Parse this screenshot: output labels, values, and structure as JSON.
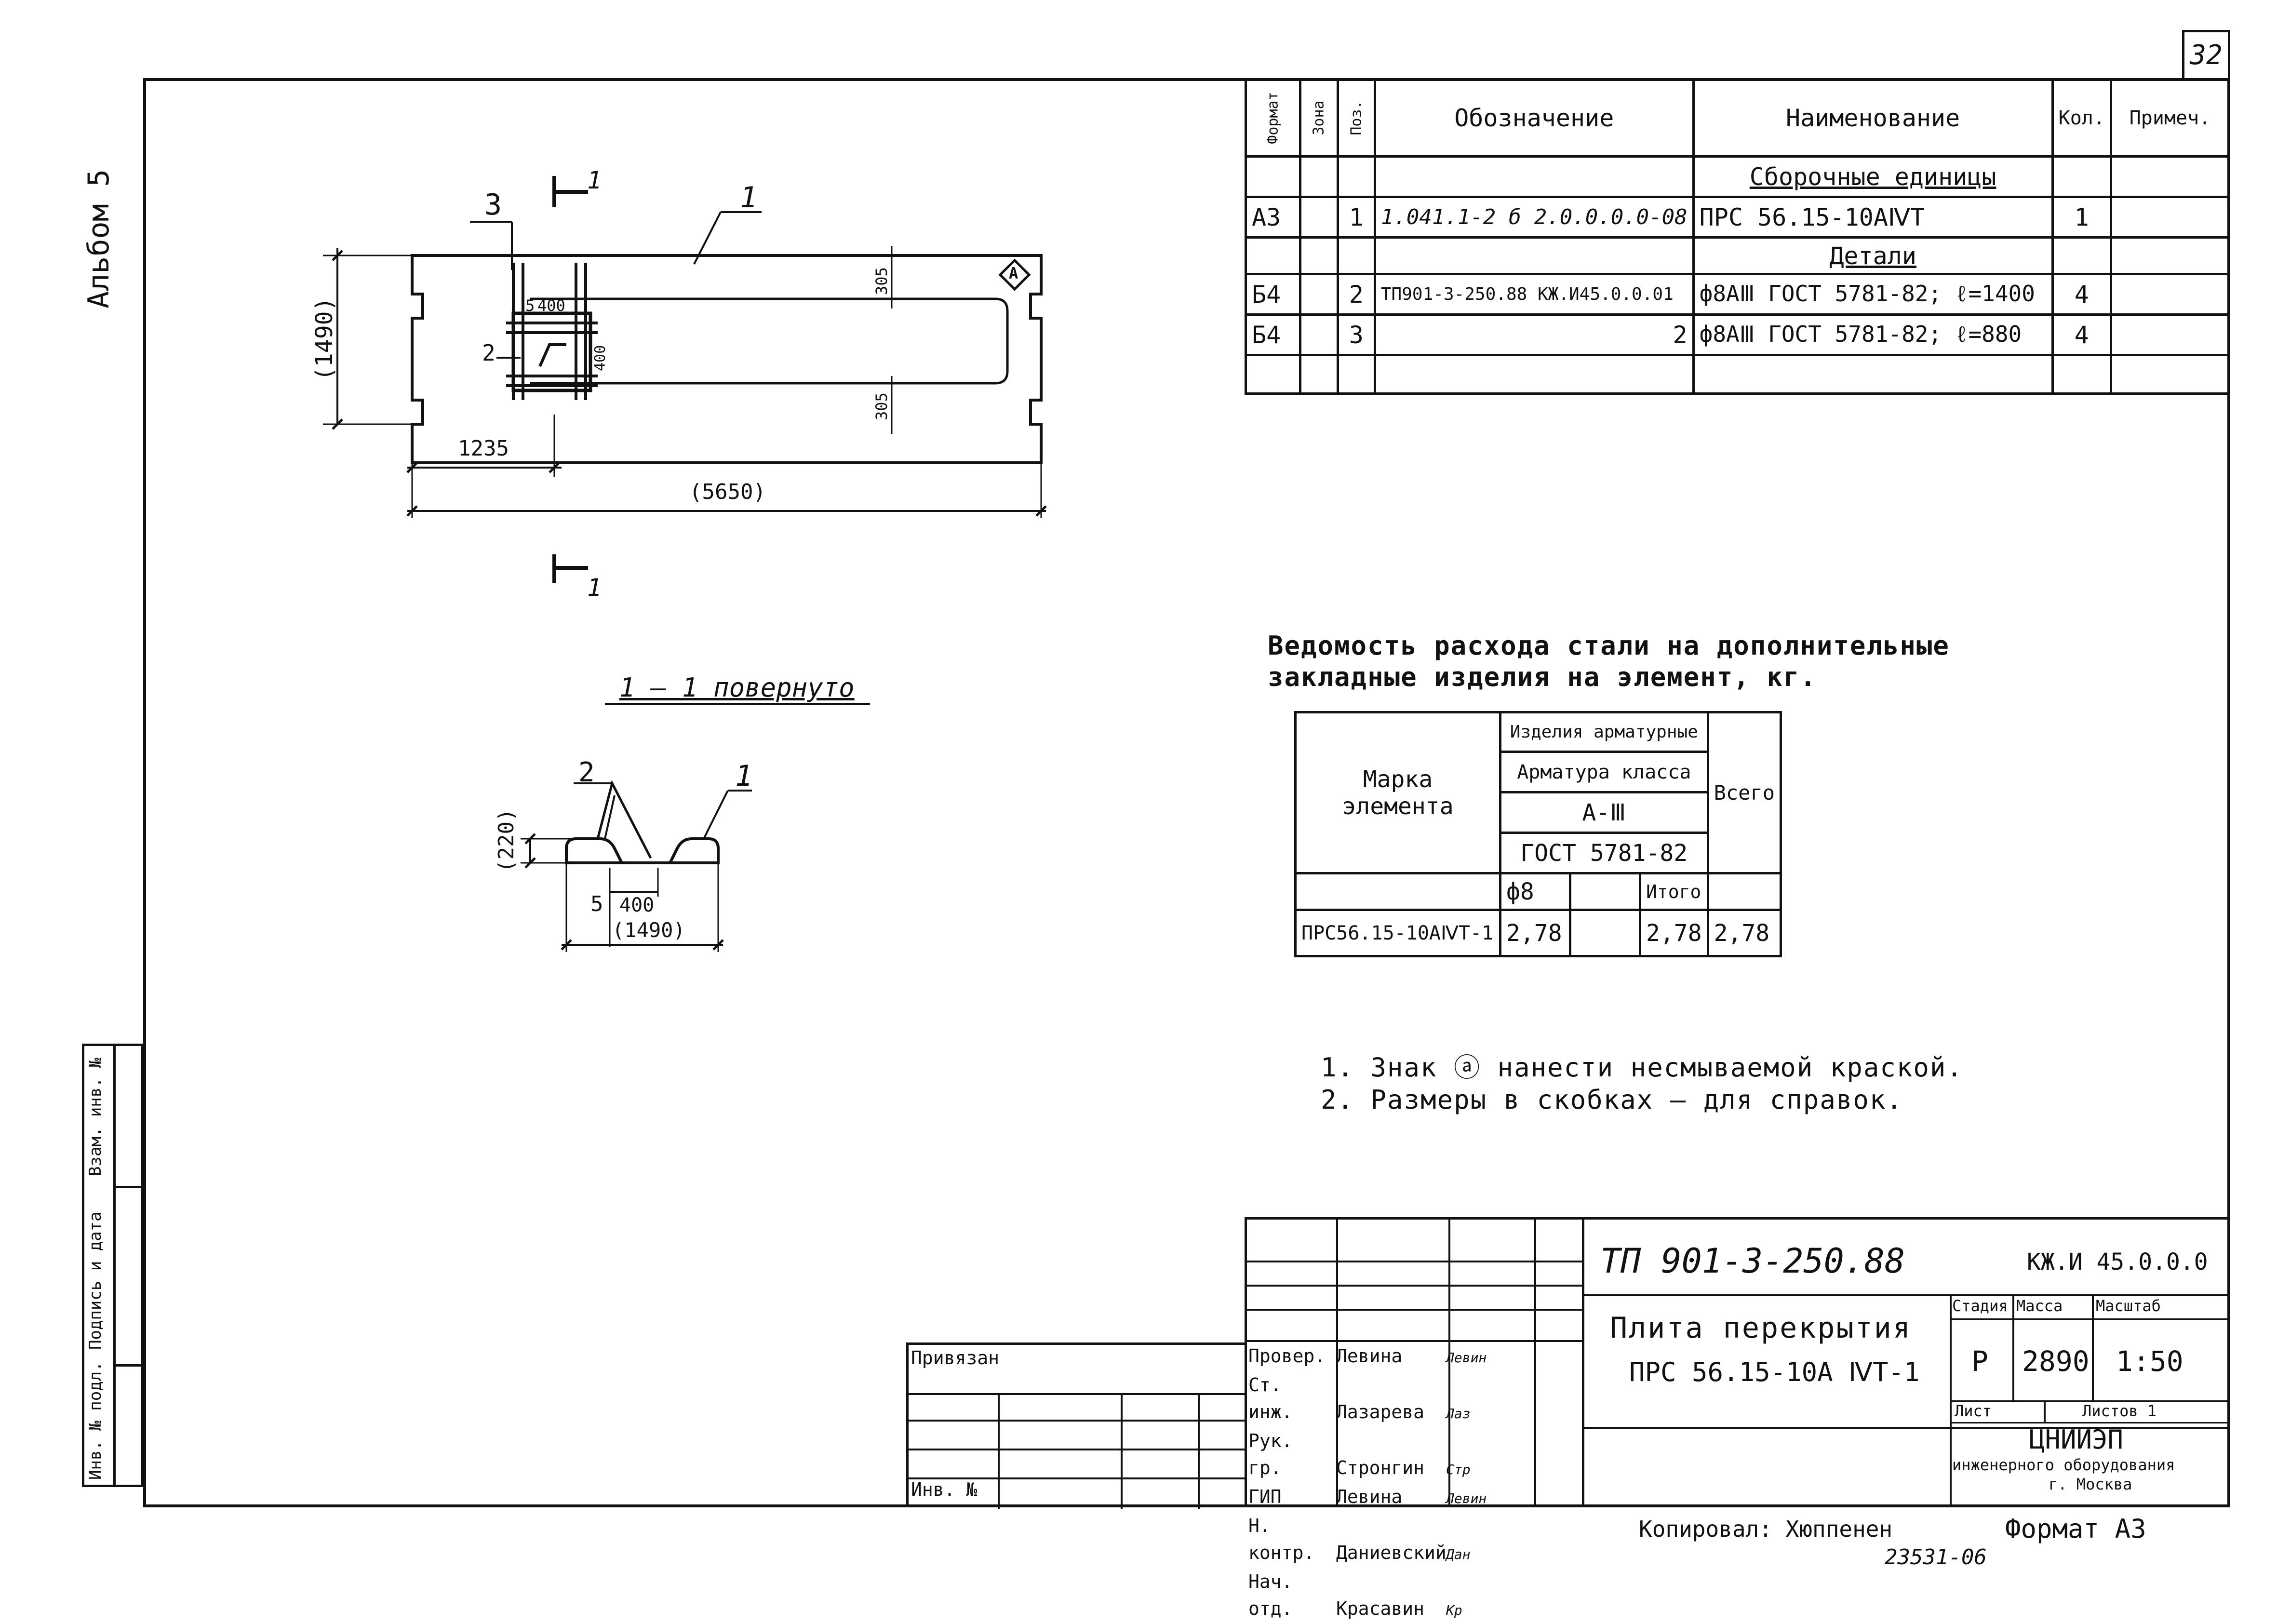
{
  "sheet": {
    "number": "32",
    "album": "Альбом 5"
  },
  "spec_table": {
    "headers": {
      "format": "Формат",
      "zone": "Зона",
      "pos": "Поз.",
      "designation": "Обозначение",
      "name": "Наименование",
      "qty": "Кол.",
      "note": "Примеч."
    },
    "sections": {
      "assembly": "Сборочные единицы",
      "details": "Детали"
    },
    "rows": [
      {
        "format": "А3",
        "zone": "",
        "pos": "1",
        "designation": "1.041.1-2 б  2.0.0.0.0-08",
        "name": "ПРС 56.15-10АⅣТ",
        "qty": "1",
        "note": ""
      },
      {
        "format": "Б4",
        "zone": "",
        "pos": "2",
        "designation": "ТП901-3-250.88   КЖ.И45.0.0.01",
        "name": "ф8АⅢ ГОСТ 5781-82; ℓ=1400",
        "qty": "4",
        "note": ""
      },
      {
        "format": "Б4",
        "zone": "",
        "pos": "3",
        "designation": "2",
        "name": "ф8АⅢ ГОСТ 5781-82; ℓ=880",
        "qty": "4",
        "note": ""
      }
    ]
  },
  "plan_view": {
    "labels": {
      "p1": "1",
      "p3": "3",
      "p2": "2",
      "p5": "5",
      "section_top": "1",
      "section_bottom": "1",
      "mark_a": "А"
    },
    "dims": {
      "d1490": "(1490)",
      "d1235": "1235",
      "d5650": "(5650)",
      "d305a": "305",
      "d305b": "305",
      "d400a": "400",
      "d400b": "400"
    }
  },
  "section_view": {
    "title": "1 – 1 повернуто",
    "labels": {
      "p2": "2",
      "p1": "1",
      "p5": "5"
    },
    "dims": {
      "d220": "(220)",
      "d400": "400",
      "d1490": "(1490)"
    }
  },
  "steel_table": {
    "title_line1": "Ведомость расхода стали на дополнительные",
    "title_line2": "закладные изделия на элемент, кг.",
    "headers": {
      "mark": "Марка элемента",
      "products": "Изделия арматурные",
      "rebar_class": "Арматура класса",
      "class_value": "А-Ⅲ",
      "gost": "ГОСТ 5781-82",
      "diam": "ф8",
      "total_col": "Итого",
      "grand": "Всего"
    },
    "row": {
      "mark": "ПРС56.15-10АⅣТ-1",
      "d8": "2,78",
      "blank": "",
      "total": "2,78",
      "grand": "2,78"
    }
  },
  "notes": [
    "1. Знак ⓐ нанести несмываемой краской.",
    "2. Размеры в скобках – для справок."
  ],
  "title_block": {
    "doc_code": "ТП 901-3-250.88",
    "sheet_code": "КЖ.И 45.0.0.0",
    "title_line1": "Плита перекрытия",
    "title_line2": "ПРС 56.15-10А ⅣТ-1",
    "stage_label": "Стадия",
    "mass_label": "Масса",
    "scale_label": "Масштаб",
    "stage": "Р",
    "mass": "2890",
    "scale": "1:50",
    "sheet_label": "Лист",
    "sheets_label": "Листов 1",
    "org_line1": "ЦНИИЭП",
    "org_line2": "инженерного оборудования",
    "org_line3": "г. Москва",
    "roles": [
      {
        "role": "Провер.",
        "name": "Левина",
        "sig": "Левин"
      },
      {
        "role": "Ст. инж.",
        "name": "Лазарева",
        "sig": "Лаз"
      },
      {
        "role": "Рук. гр.",
        "name": "Стронгин",
        "sig": "Стр"
      },
      {
        "role": "ГИП",
        "name": "Левина",
        "sig": "Левин"
      },
      {
        "role": "Н. контр.",
        "name": "Даниевский",
        "sig": "Дан"
      },
      {
        "role": "Нач. отд.",
        "name": "Красавин",
        "sig": "Кр"
      }
    ],
    "privyazan": "Привязан",
    "inv_no": "Инв. №",
    "copied": "Копировал: Хюппенен",
    "format": "Формат А3",
    "archive": "23531-06"
  },
  "side_stamp": {
    "inv_podl": "Инв. № подл.",
    "podpis": "Подпись и дата",
    "vzam": "Взам. инв. №"
  }
}
